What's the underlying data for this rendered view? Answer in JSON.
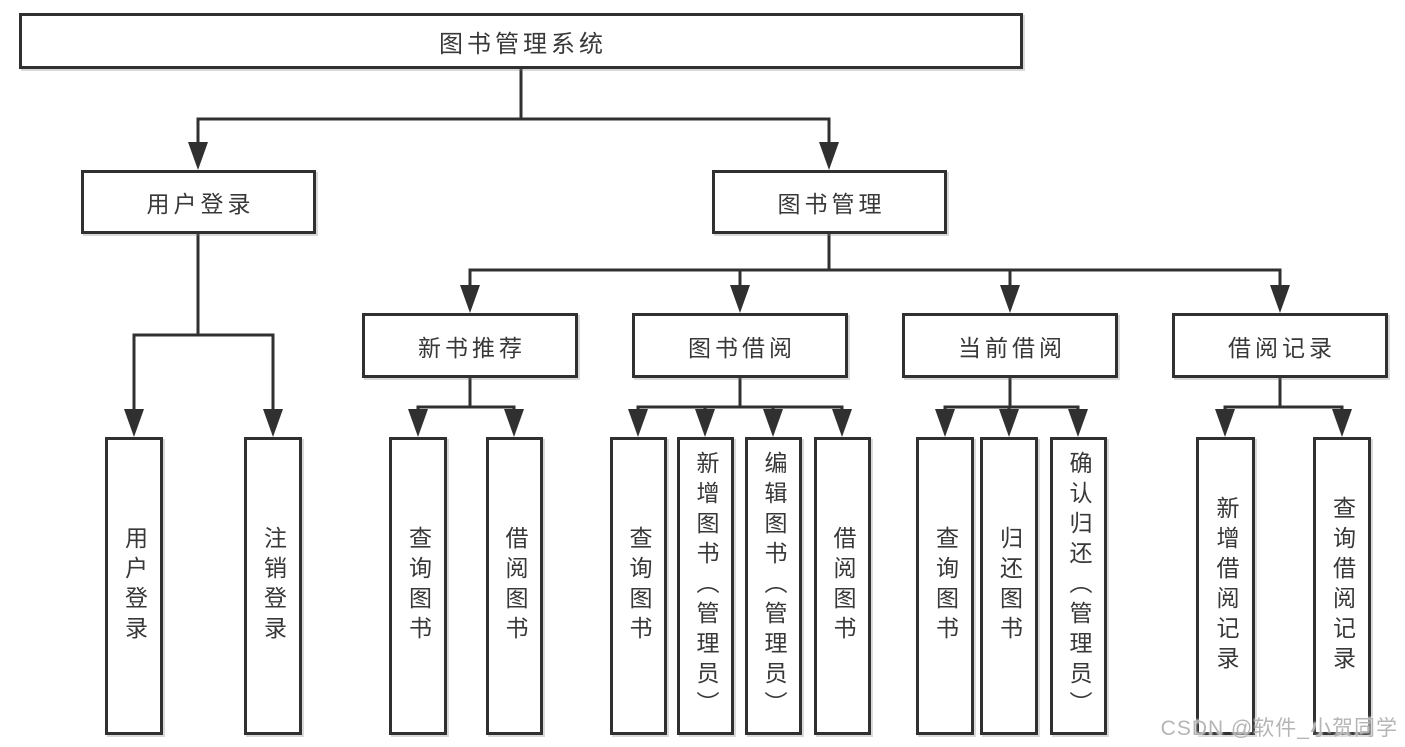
{
  "nodes": {
    "root": "图书管理系统",
    "user_login": "用户登录",
    "book_management": "图书管理",
    "new_book_recommend": "新书推荐",
    "book_borrow": "图书借阅",
    "current_borrow": "当前借阅",
    "borrow_record": "借阅记录"
  },
  "leaves": {
    "user_login": [
      "用户登录",
      "注销登录"
    ],
    "new_book_recommend": [
      "查询图书",
      "借阅图书"
    ],
    "book_borrow": [
      "查询图书",
      "新增图书（管理员）",
      "编辑图书（管理员）",
      "借阅图书"
    ],
    "current_borrow": [
      "查询图书",
      "归还图书",
      "确认归还（管理员）"
    ],
    "borrow_record": [
      "新增借阅记录",
      "查询借阅记录"
    ]
  },
  "watermark": "CSDN @软件_小贺同学",
  "colors": {
    "line": "#303030",
    "text": "#383838",
    "watermark": "#b5b5b5",
    "background": "#ffffff"
  }
}
